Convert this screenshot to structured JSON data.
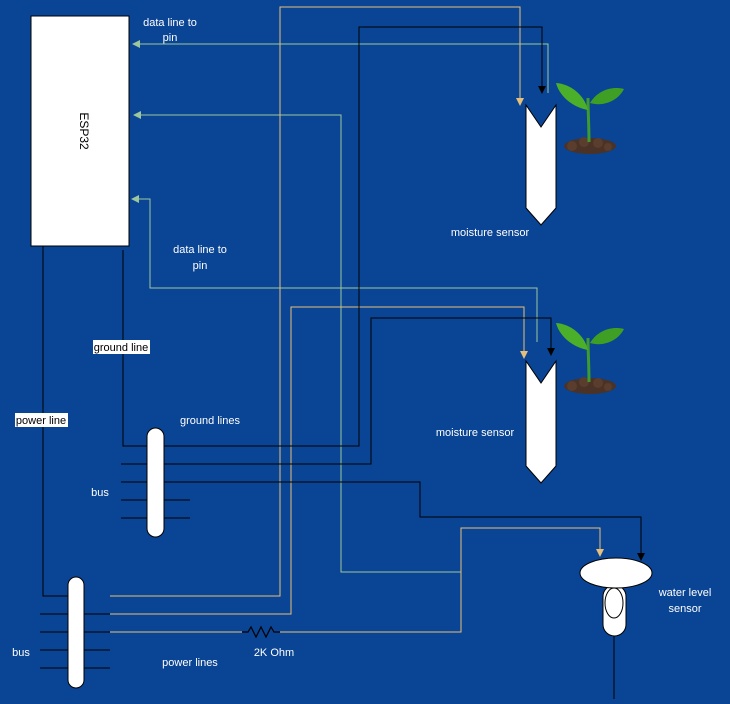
{
  "diagram": {
    "background": "#0a4494",
    "colors": {
      "signal": "#9cc79c",
      "power": "#e6c07a",
      "ground": "#000000",
      "component": "#ffffff"
    },
    "esp32": {
      "label": "ESP32"
    },
    "labels": {
      "data_line_top_1": "data line to",
      "data_line_top_2": "pin",
      "data_line_mid_1": "data line to",
      "data_line_mid_2": "pin",
      "ground_line": "ground line",
      "power_line": "power line",
      "ground_lines": "ground lines",
      "bus_upper": "bus",
      "bus_lower": "bus",
      "power_lines": "power lines",
      "resistor": "2K Ohm",
      "sensor_1": "moisture sensor",
      "sensor_2": "moisture sensor",
      "water_sensor_1": "water level",
      "water_sensor_2": "sensor"
    }
  }
}
